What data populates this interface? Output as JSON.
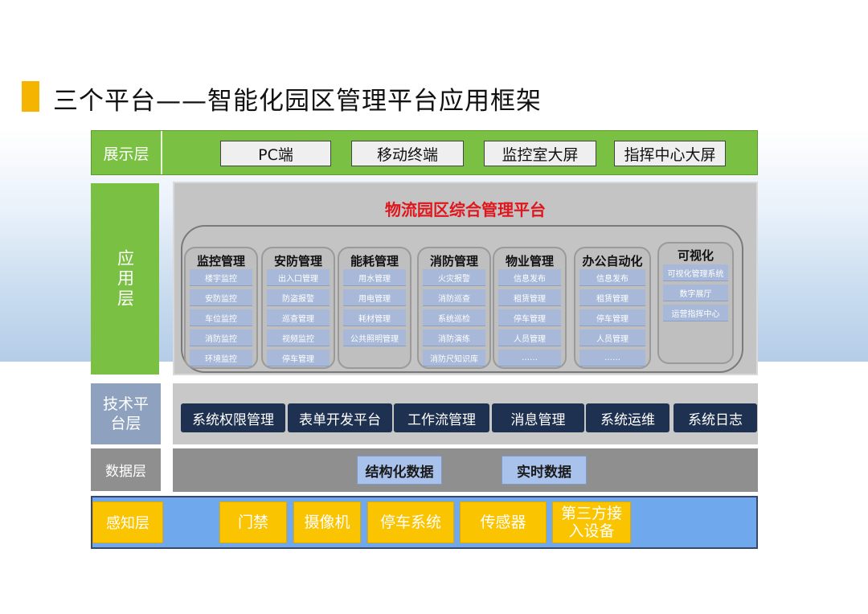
{
  "title": "三个平台——智能化园区管理平台应用框架",
  "display_layer": {
    "label": "展示层",
    "items": [
      "PC端",
      "移动终端",
      "监控室大屏",
      "指挥中心大屏"
    ]
  },
  "application_layer": {
    "label": "应用层",
    "platform_title": "物流园区综合管理平台",
    "modules": [
      {
        "title": "监控管理",
        "items": [
          "楼宇监控",
          "安防监控",
          "车位监控",
          "消防监控",
          "环境监控"
        ]
      },
      {
        "title": "安防管理",
        "items": [
          "出入口管理",
          "防盗报警",
          "巡查管理",
          "视频监控",
          "停车管理"
        ]
      },
      {
        "title": "能耗管理",
        "items": [
          "用水管理",
          "用电管理",
          "耗材管理",
          "公共照明管理"
        ]
      },
      {
        "title": "消防管理",
        "items": [
          "火灾报警",
          "消防巡查",
          "系统巡检",
          "消防演练",
          "消防尺知识库"
        ]
      },
      {
        "title": "物业管理",
        "items": [
          "信息发布",
          "租赁管理",
          "停车管理",
          "人员管理",
          "……"
        ]
      },
      {
        "title": "办公自动化",
        "items": [
          "信息发布",
          "租赁管理",
          "停车管理",
          "人员管理",
          "……"
        ]
      },
      {
        "title": "可视化",
        "items": [
          "可视化管理系统",
          "数字展厅",
          "运营指挥中心"
        ]
      }
    ]
  },
  "tech_layer": {
    "label": "技术平台层",
    "items": [
      "系统权限管理",
      "表单开发平台",
      "工作流管理",
      "消息管理",
      "系统运维",
      "系统日志"
    ]
  },
  "data_layer": {
    "label": "数据层",
    "items": [
      "结构化数据",
      "实时数据"
    ]
  },
  "sense_layer": {
    "label": "感知层",
    "items": [
      "门禁",
      "摄像机",
      "停车系统",
      "传感器",
      "第三方接入设备"
    ]
  },
  "colors": {
    "green": "#7ac143",
    "navy": "#1f3151",
    "yellow": "#fbc400",
    "blue": "#6fa8ec",
    "red": "#e0161c"
  }
}
